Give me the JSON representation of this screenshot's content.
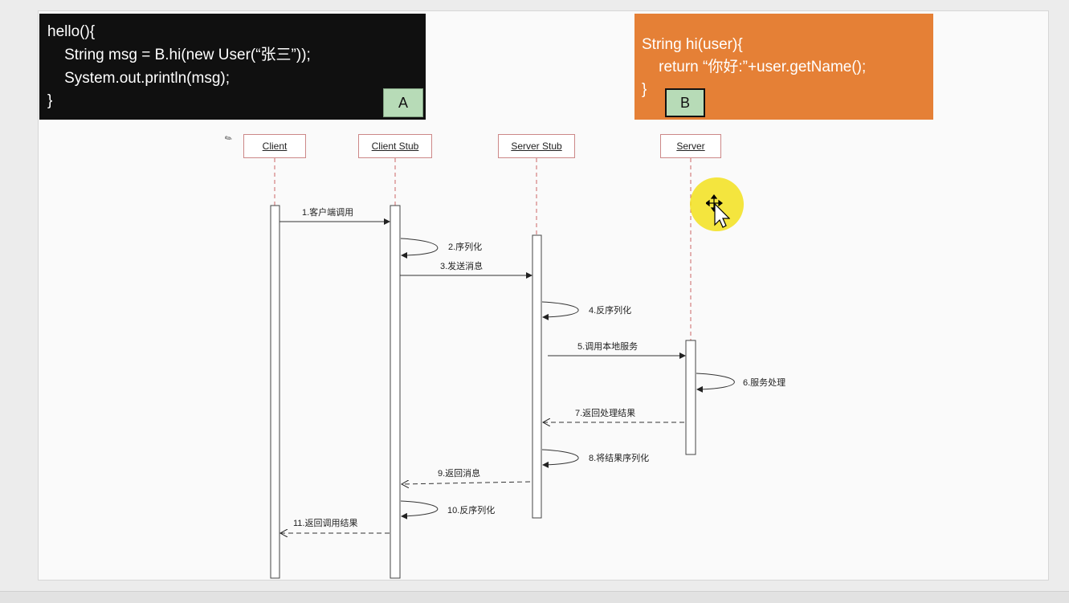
{
  "code_a": {
    "lines": [
      "hello(){",
      "    String msg = B.hi(new User(“张三”));",
      "    System.out.println(msg);",
      "}"
    ],
    "tag": "A"
  },
  "code_b": {
    "lines": [
      "String hi(user){",
      "    return “你好:”+user.getName();",
      "}"
    ],
    "tag": "B"
  },
  "participants": [
    "Client",
    "Client Stub",
    "Server Stub",
    "Server"
  ],
  "messages": [
    "1.客户端调用",
    "2.序列化",
    "3.发送消息",
    "4.反序列化",
    "5.调用本地服务",
    "6.服务处理",
    "7.返回处理结果",
    "8.将结果序列化",
    "9.返回消息",
    "10.反序列化",
    "11.返回调用结果"
  ],
  "colors": {
    "code_a_bg": "#101010",
    "code_b_bg": "#e58036",
    "tag_bg": "#b7dbb7",
    "cursor_highlight": "#f2e01c"
  }
}
